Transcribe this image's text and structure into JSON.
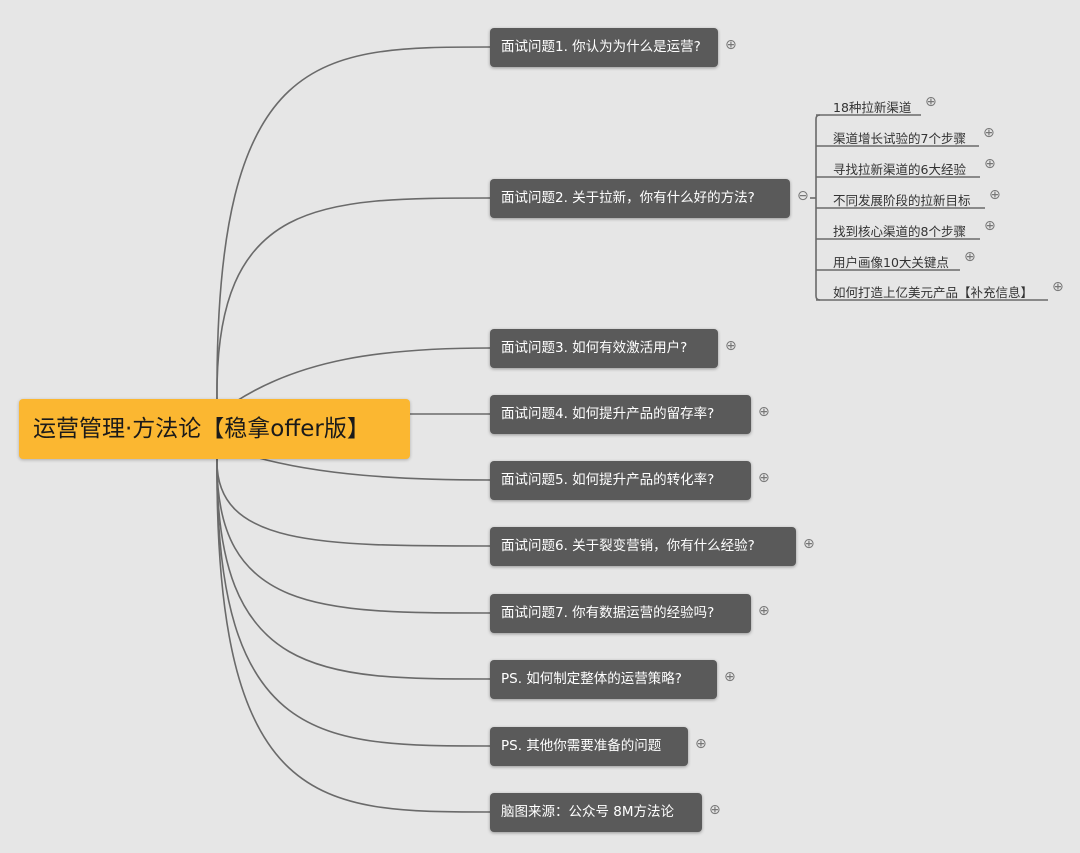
{
  "root": {
    "title": "运营管理·方法论【稳拿offer版】",
    "color": "#fbb731"
  },
  "nodes": [
    {
      "label": "面试问题1. 你认为为什么是运营?",
      "collapsed": true
    },
    {
      "label": "面试问题2. 关于拉新，你有什么好的方法?",
      "collapsed": false,
      "children": [
        {
          "label": "18种拉新渠道"
        },
        {
          "label": "渠道增长试验的7个步骤"
        },
        {
          "label": "寻找拉新渠道的6大经验"
        },
        {
          "label": "不同发展阶段的拉新目标"
        },
        {
          "label": "找到核心渠道的8个步骤"
        },
        {
          "label": "用户画像10大关键点"
        },
        {
          "label": "如何打造上亿美元产品【补充信息】"
        }
      ]
    },
    {
      "label": "面试问题3. 如何有效激活用户?",
      "collapsed": true
    },
    {
      "label": "面试问题4. 如何提升产品的留存率?",
      "collapsed": true
    },
    {
      "label": "面试问题5. 如何提升产品的转化率?",
      "collapsed": true
    },
    {
      "label": "面试问题6. 关于裂变营销，你有什么经验?",
      "collapsed": true
    },
    {
      "label": "面试问题7. 你有数据运营的经验吗?",
      "collapsed": true
    },
    {
      "label": "PS. 如何制定整体的运营策略?",
      "collapsed": true
    },
    {
      "label": "PS. 其他你需要准备的问题",
      "collapsed": true
    },
    {
      "label": "脑图来源：公众号 8M方法论",
      "collapsed": true
    }
  ],
  "icons": {
    "expand": "⊕",
    "collapse": "⊖"
  }
}
